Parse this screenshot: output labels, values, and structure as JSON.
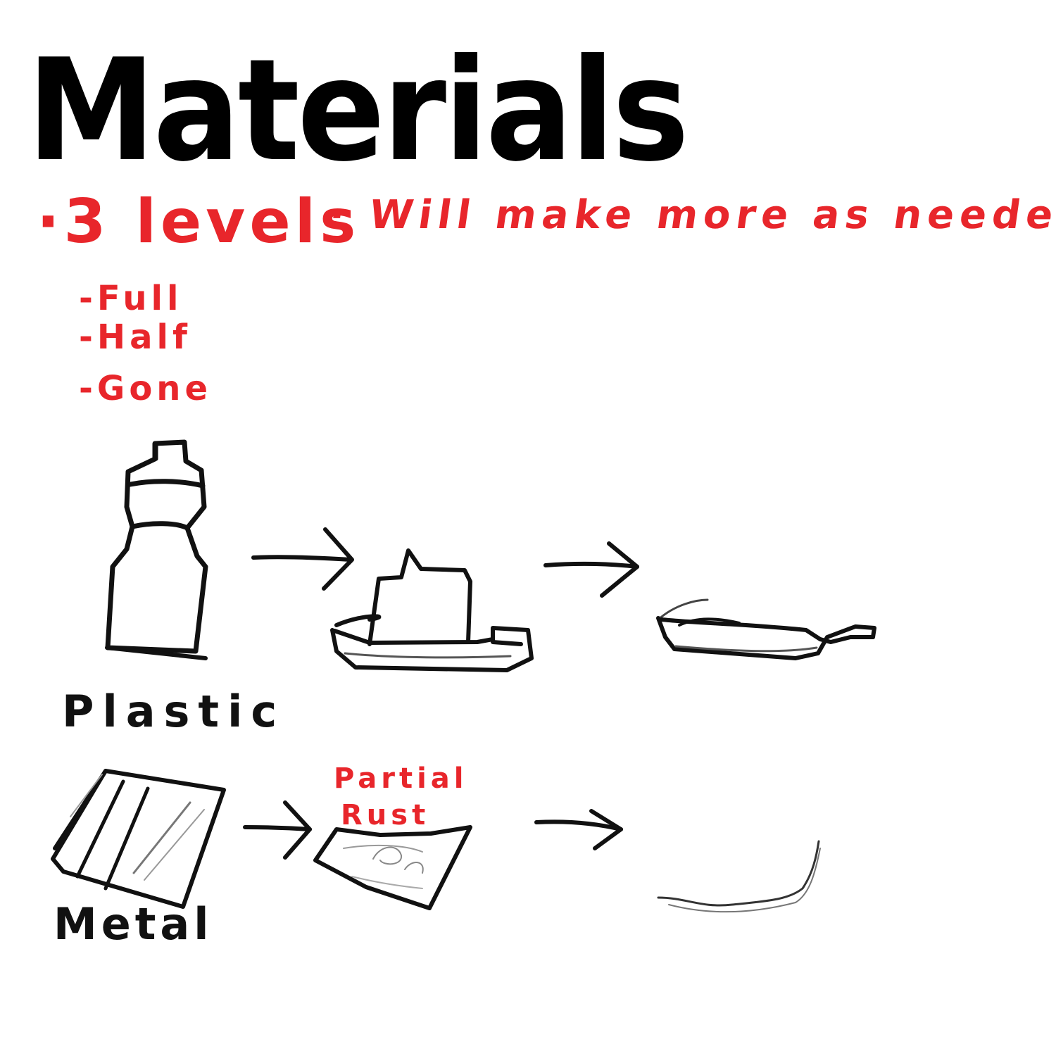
{
  "title": "Materials",
  "notes": {
    "levels": "·3 levels",
    "more": "· Will make more as needed",
    "level_items": [
      "-Full",
      "-Half",
      "-Gone"
    ]
  },
  "materials": {
    "plastic": {
      "label": "Plastic",
      "stages": [
        "bottle-full",
        "bottle-half-crushed",
        "bottle-flattened"
      ]
    },
    "metal": {
      "label": "Metal",
      "stage_note": [
        "Partial",
        "Rust"
      ],
      "stages": [
        "metal-sheet-full",
        "metal-sheet-partial-rust",
        "metal-sliver"
      ]
    }
  },
  "colors": {
    "ink": "#111111",
    "annotation": "#e8262b"
  }
}
